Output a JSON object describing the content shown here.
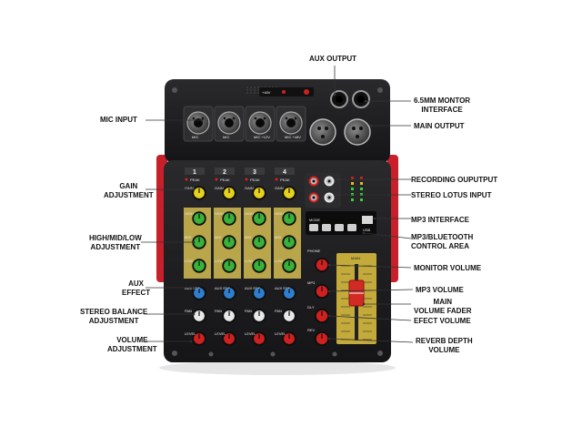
{
  "callouts_left": [
    {
      "id": "mic-input",
      "text": "MIC INPUT"
    },
    {
      "id": "gain",
      "text": "GAIN\nADJUSTMENT"
    },
    {
      "id": "eq",
      "text": "HIGH/MID/LOW\nADJUSTMENT"
    },
    {
      "id": "aux-effect",
      "text": "AUX\nEFFECT"
    },
    {
      "id": "stereo-balance",
      "text": "STEREO BALANCE\nADJUSTMENT"
    },
    {
      "id": "volume",
      "text": "VOLUME\nADJUSTMENT"
    }
  ],
  "callouts_right": [
    {
      "id": "aux-output",
      "text": "AUX OUTPUT"
    },
    {
      "id": "monitor-interface",
      "text": "6.5MM MONTOR\nINTERFACE"
    },
    {
      "id": "main-output",
      "text": "MAIN OUTPUT"
    },
    {
      "id": "recording-output",
      "text": "RECORDING OUPUTPUT"
    },
    {
      "id": "stereo-lotus",
      "text": "STEREO LOTUS INPUT"
    },
    {
      "id": "mp3-interface",
      "text": "MP3 INTERFACE"
    },
    {
      "id": "mp3-bt",
      "text": "MP3/BLUETOOTH\nCONTROL AREA"
    },
    {
      "id": "monitor-volume",
      "text": "MONITOR VOLUME"
    },
    {
      "id": "mp3-volume",
      "text": "MP3 VOLUME"
    },
    {
      "id": "main-fader",
      "text": "MAIN\nVOLUME FADER"
    },
    {
      "id": "effect-volume",
      "text": "EFECT VOLUME"
    },
    {
      "id": "reverb",
      "text": "REVERB DEPTH\nVOLUME"
    }
  ],
  "device": {
    "channel_numbers": [
      "1",
      "2",
      "3",
      "4"
    ],
    "jack_labels": [
      "MIC",
      "MIC",
      "MIC +12V",
      "MIC +48V"
    ],
    "row_labels": [
      "GAIN",
      "HIGH",
      "MID",
      "LOW",
      "AUX EFF",
      "PAN",
      "LEVEL"
    ],
    "peak_label": "PEAK",
    "fader_label": "MAIN",
    "phone_label": "PHONE",
    "mp3_label": "MP3",
    "dly_label": "DLY",
    "rev_label": "REV",
    "mode_label": "MODE",
    "usb_label": "USB",
    "phantom_label": "+48V"
  },
  "colors": {
    "body": "#1b1b1d",
    "trim": "#c8202a",
    "panel": "#252527",
    "knob_yellow": "#e6d21c",
    "knob_green": "#38b23a",
    "knob_blue": "#2f7fd1",
    "knob_white": "#e8e8e8",
    "knob_red": "#d12020",
    "eq_panel": "#b9a54a",
    "fader_panel": "#c4aa3a",
    "fader_cap": "#d22b26",
    "led_green": "#33d43a"
  }
}
